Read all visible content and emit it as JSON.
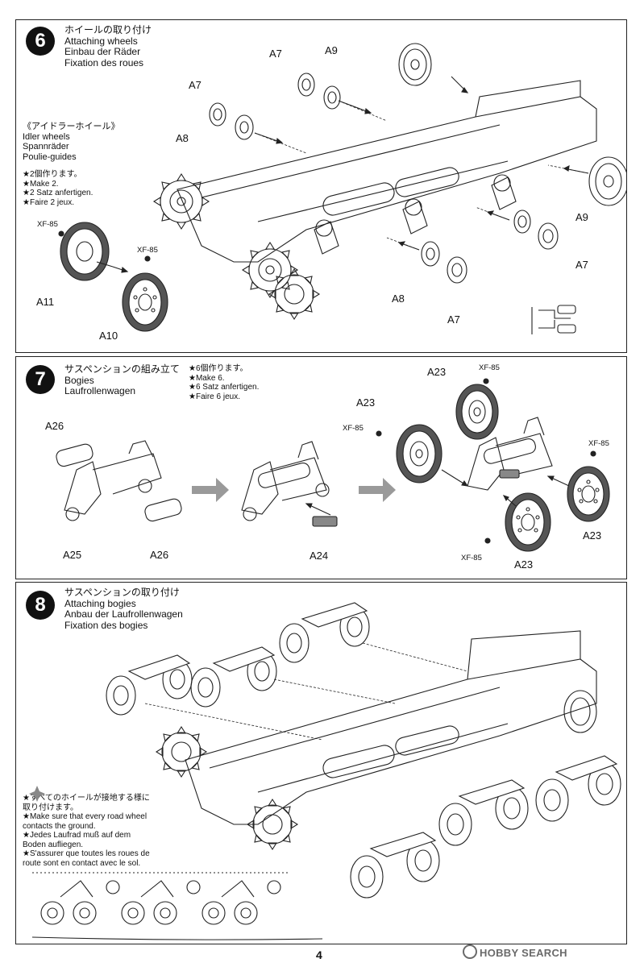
{
  "page_number": "4",
  "watermark": "HOBBY SEARCH",
  "steps": {
    "s6": {
      "number": "6",
      "title_jp": "ホイールの取り付け",
      "title_en": "Attaching wheels",
      "title_de": "Einbau der Räder",
      "title_fr": "Fixation des roues",
      "sub_jp": "《アイドラーホイール》",
      "sub_en": "Idler wheels",
      "sub_de": "Spannräder",
      "sub_fr": "Poulie-guides",
      "make_jp": "★2個作ります。",
      "make_en": "★Make 2.",
      "make_de": "★2 Satz anfertigen.",
      "make_fr": "★Faire 2 jeux.",
      "paint": "XF-85",
      "parts": {
        "a7": "A7",
        "a8": "A8",
        "a9": "A9",
        "a10": "A10",
        "a11": "A11"
      }
    },
    "s7": {
      "number": "7",
      "title_jp": "サスペンションの組み立て",
      "title_en": "Bogies",
      "title_de": "Laufrollenwagen",
      "make_jp": "★6個作ります。",
      "make_en": "★Make 6.",
      "make_de": "★6 Satz anfertigen.",
      "make_fr": "★Faire 6 jeux.",
      "paint": "XF-85",
      "parts": {
        "a23": "A23",
        "a24": "A24",
        "a25": "A25",
        "a26": "A26"
      }
    },
    "s8": {
      "number": "8",
      "title_jp": "サスペンションの取り付け",
      "title_en": "Attaching bogies",
      "title_de": "Anbau der Laufrollenwagen",
      "title_fr": "Fixation des bogies",
      "note_jp1": "★すべてのホイールが接地する様に",
      "note_jp2": "取り付けます。",
      "note_en1": "★Make sure that every road wheel",
      "note_en2": "contacts the ground.",
      "note_de1": "★Jedes Laufrad muß auf dem",
      "note_de2": "Boden aufliegen.",
      "note_fr1": "★S'assurer que toutes les roues de",
      "note_fr2": "route sont en contact avec le sol."
    }
  }
}
